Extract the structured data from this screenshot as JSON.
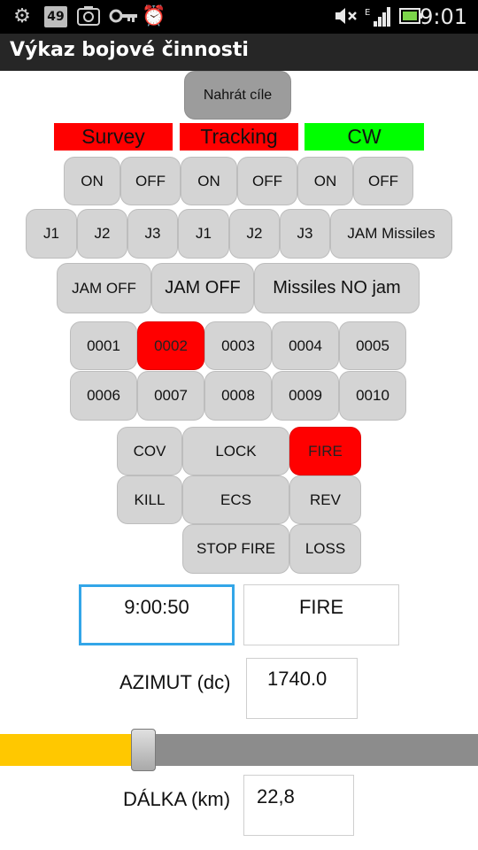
{
  "statusbar": {
    "badge": "49",
    "time": "9:01",
    "icons": [
      "settings-icon",
      "badge-49",
      "screenshot-icon",
      "key-icon",
      "alarm-icon",
      "mute-icon",
      "signal-icon",
      "battery-icon"
    ]
  },
  "app": {
    "title": "Výkaz bojové činnosti"
  },
  "load_button": "Nahrát cíle",
  "headers": [
    {
      "label": "Survey",
      "color": "#ff0000"
    },
    {
      "label": "Tracking",
      "color": "#ff0000"
    },
    {
      "label": "CW",
      "color": "#00ff00"
    }
  ],
  "on_off": [
    "ON",
    "OFF",
    "ON",
    "OFF",
    "ON",
    "OFF"
  ],
  "jam_row": [
    "J1",
    "J2",
    "J3",
    "J1",
    "J2",
    "J3",
    "JAM Missiles"
  ],
  "jam_off_row": [
    "JAM OFF",
    "JAM OFF",
    "Missiles NO jam"
  ],
  "targets": [
    "0001",
    "0002",
    "0003",
    "0004",
    "0005",
    "0006",
    "0007",
    "0008",
    "0009",
    "0010"
  ],
  "selected_target": "0002",
  "actions": {
    "cov": "COV",
    "lock": "LOCK",
    "fire": "FIRE",
    "kill": "KILL",
    "ecs": "ECS",
    "rev": "REV",
    "stop_fire": "STOP FIRE",
    "loss": "LOSS"
  },
  "time_field": "9:00:50",
  "status_field": "FIRE",
  "azimuth": {
    "label": "AZIMUT (dc)",
    "value": "1740.0"
  },
  "slider": {
    "fraction": 0.3,
    "fill_color": "#ffc800"
  },
  "distance": {
    "label": "DÁLKA (km)",
    "value": "22,8"
  }
}
